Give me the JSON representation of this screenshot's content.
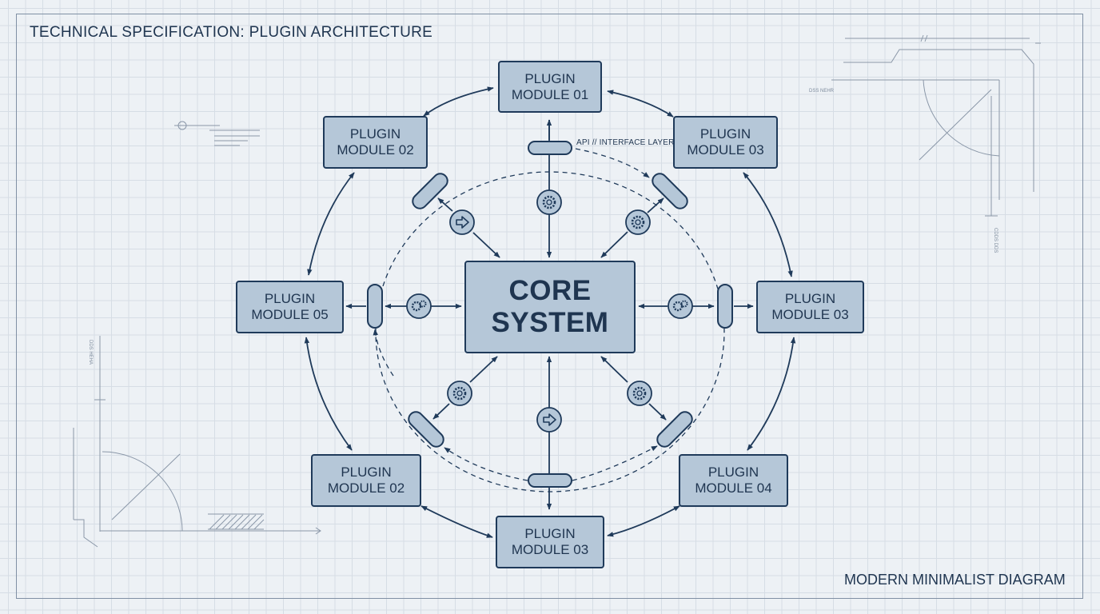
{
  "header": {
    "title": "TECHNICAL SPECIFICATION: PLUGIN ARCHITECTURE"
  },
  "footer": {
    "label": "MODERN MINIMALIST DIAGRAM"
  },
  "api_label": "API // INTERFACE LAYER",
  "core": {
    "line1": "CORE",
    "line2": "SYSTEM"
  },
  "modules": [
    {
      "line1": "PLUGIN",
      "line2": "MODULE 01"
    },
    {
      "line1": "PLUGIN",
      "line2": "MODULE 02"
    },
    {
      "line1": "PLUGIN",
      "line2": "MODULE 03"
    },
    {
      "line1": "PLUGIN",
      "line2": "MODULE 05"
    },
    {
      "line1": "PLUGIN",
      "line2": "MODULE 03"
    },
    {
      "line1": "PLUGIN",
      "line2": "MODULE 02"
    },
    {
      "line1": "PLUGIN",
      "line2": "MODULE 04"
    },
    {
      "line1": "PLUGIN",
      "line2": "MODULE 03"
    }
  ],
  "sketch_labels": {
    "top_right": "DSS NEHR",
    "right_side": "CDDS DDS",
    "left_side": "DDS HEHA"
  },
  "colors": {
    "background": "#edf1f5",
    "grid": "#d6dde5",
    "node_fill": "#b5c7d8",
    "stroke": "#1f3a5a",
    "text": "#1f3550"
  }
}
